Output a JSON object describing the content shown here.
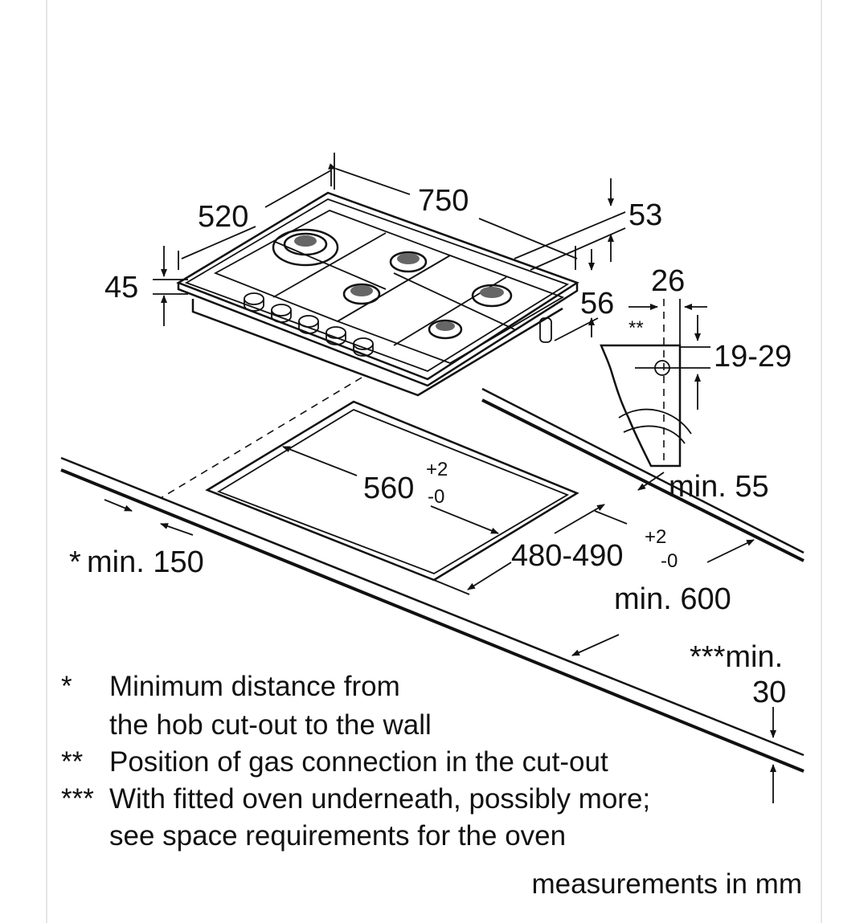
{
  "dimensions": {
    "width": "750",
    "depth": "520",
    "height_left": "45",
    "rear_53": "53",
    "side_56": "56",
    "connection_26": "26",
    "connection_range": "19-29",
    "cutout_width": "560",
    "cutout_width_tol_plus": "+2",
    "cutout_width_tol_minus": "-0",
    "cutout_depth": "480-490",
    "cutout_depth_tol_plus": "+2",
    "cutout_depth_tol_minus": "-0",
    "min_55": "min. 55",
    "min_600": "min. 600",
    "min_150_star": "*",
    "min_150": "min. 150",
    "min_30_stars": "***min.",
    "min_30_value": "30",
    "gas_marker": "**"
  },
  "notes": [
    {
      "marker": "*",
      "line1": "Minimum distance from",
      "line2": "the hob cut-out to the wall"
    },
    {
      "marker": "**",
      "line1": "Position of gas connection in the cut-out"
    },
    {
      "marker": "***",
      "line1": "With fitted oven underneath, possibly more;",
      "line2": "see space requirements for the oven"
    }
  ],
  "units": "measurements in mm"
}
